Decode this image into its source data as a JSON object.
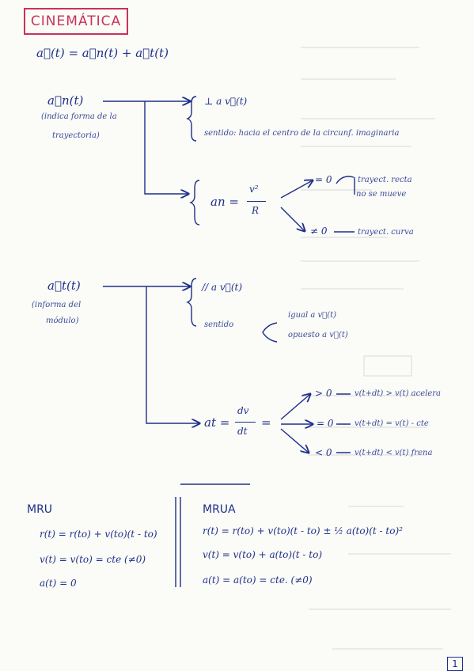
{
  "title": "CINEMÁTICA",
  "main_equation": "a⃗(t) = a⃗n(t) + a⃗t(t)",
  "normal": {
    "symbol": "a⃗n(t)",
    "note_line1": "(indica forma de la",
    "note_line2": "trayectoria)",
    "perp": "⊥  a  v⃗(t)",
    "sentido": "sentido: hacia el centro de la circunf. imaginaria",
    "formula_lhs": "an =",
    "formula_num": "v²",
    "formula_den": "R",
    "case_zero": "= 0",
    "case_zero_r1": "trayect. recta",
    "case_zero_r2": "no se mueve",
    "case_nonzero": "≠ 0",
    "case_nonzero_r": "trayect. curva"
  },
  "tangent": {
    "symbol": "a⃗t(t)",
    "note_line1": "(informa del",
    "note_line2": "módulo)",
    "parallel": "//  a  v⃗(t)",
    "sentido": "sentido",
    "s1": "igual a v⃗(t)",
    "s2": "opuesto a v⃗(t)",
    "formula_lhs": "at =",
    "formula_num": "dv",
    "formula_den": "dt",
    "formula_eq": "=",
    "c1": "> 0",
    "c1_r": "v(t+dt) > v(t)  acelera",
    "c2": "= 0",
    "c2_r": "v(t+dt) = v(t) - cte",
    "c3": "< 0",
    "c3_r": "v(t+dt) < v(t)  frena"
  },
  "mru": {
    "label": "MRU",
    "l1": "r(t) = r(to) + v(to)(t - to)",
    "l2": "v(t) = v(to) = cte (≠0)",
    "l3": "a(t) = 0"
  },
  "mrua": {
    "label": "MRUA",
    "l1": "r(t) = r(to) + v(to)(t - to) ± ½ a(to)(t - to)²",
    "l2": "v(t) = v(to) + a(to)(t - to)",
    "l3": "a(t) = a(to) = cte. (≠0)"
  },
  "page_number": "1",
  "colors": {
    "ink": "#1f2f8a",
    "title": "#c8335a",
    "paper": "#fbfbf7",
    "ghost": "#d9d9d9"
  }
}
